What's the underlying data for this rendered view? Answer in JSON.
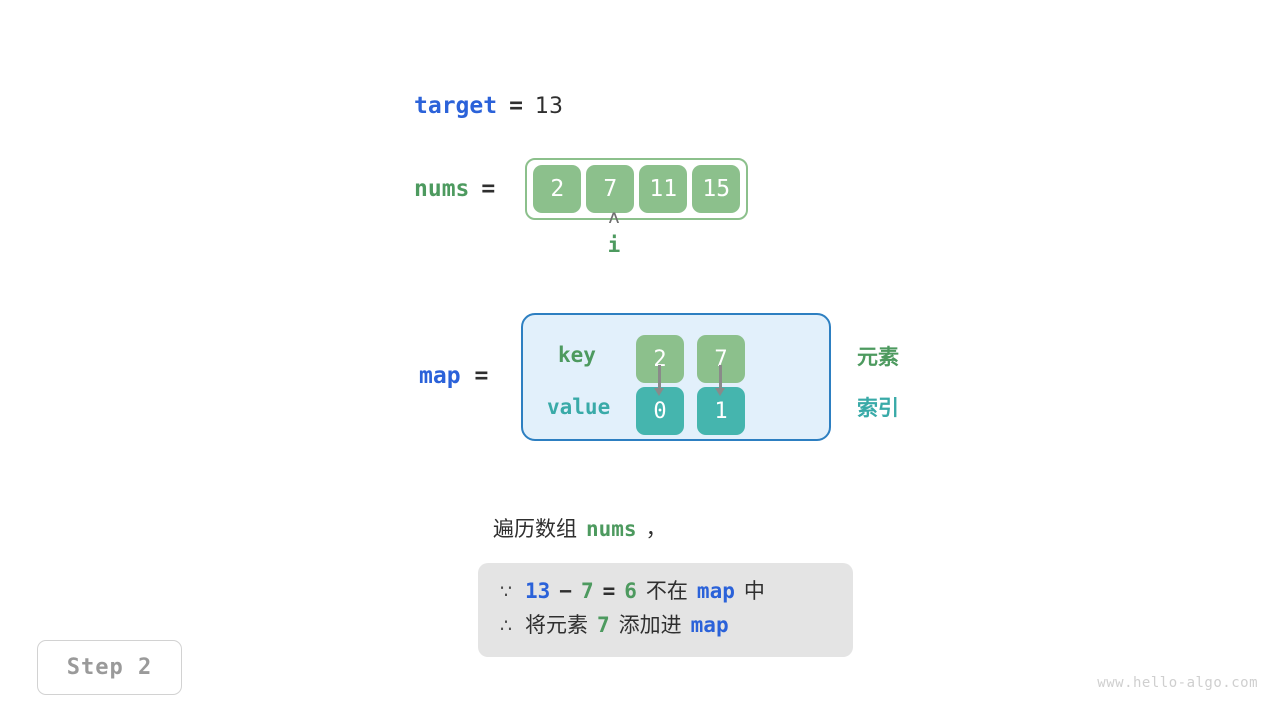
{
  "target": {
    "label": "target",
    "equals": "=",
    "value": "13"
  },
  "nums": {
    "label": "nums",
    "equals": "=",
    "cells": [
      "2",
      "7",
      "11",
      "15"
    ]
  },
  "pointer": {
    "caret": "ʌ",
    "name": "i",
    "index": 1
  },
  "map": {
    "label": "map",
    "equals": "=",
    "row_labels": {
      "key": "key",
      "value": "value"
    },
    "keys": [
      "2",
      "7"
    ],
    "values": [
      "0",
      "1"
    ],
    "side_notes": {
      "element": "元素",
      "index": "索引"
    }
  },
  "narration": {
    "prefix": "遍历数组",
    "array_name": "nums",
    "suffix": "，"
  },
  "reason": {
    "line1": {
      "symbol": "∵",
      "target": "13",
      "minus": "−",
      "element": "7",
      "equals": "=",
      "result": "6",
      "text_mid": "不在",
      "map_name": "map",
      "text_end": "中"
    },
    "line2": {
      "symbol": "∴",
      "text_start": "将元素",
      "element": "7",
      "text_mid": "添加进",
      "map_name": "map"
    }
  },
  "step_badge": {
    "label": "Step 2"
  },
  "watermark": {
    "text": "www.hello-algo.com"
  },
  "colors": {
    "blue": "#2b62d9",
    "green": "#4d9a5f",
    "teal": "#39aaa8",
    "cell_green": "#8cc08c",
    "cell_teal": "#45b5ae",
    "map_bg": "#e2f0fb",
    "map_border": "#2d7fc1",
    "reason_bg": "#e4e4e4",
    "arrow_gray": "#8a8a8a"
  }
}
